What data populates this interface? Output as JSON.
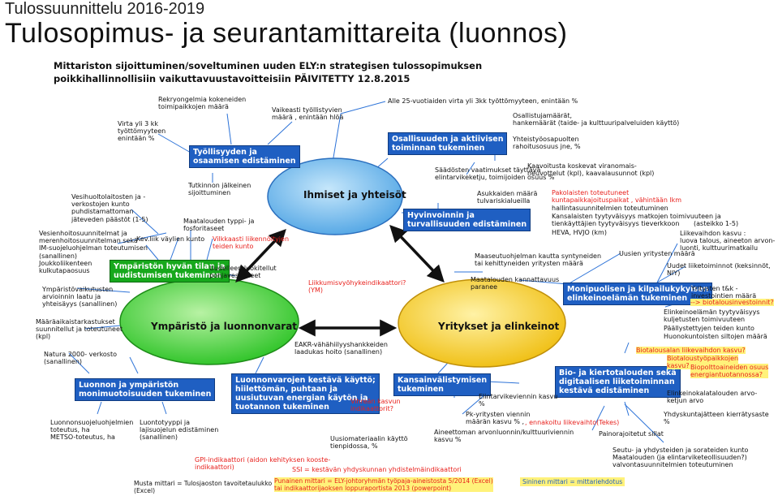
{
  "slide": {
    "title": "Tulossuunnittelu 2016-2019",
    "subtitle": "Tulosopimus- ja seurantamittareita (luonnos)"
  },
  "diagram_header": {
    "line1": "Mittariston sijoittuminen/soveltuminen uuden ELY:n strategisen tulossopimuksen",
    "line2": "poikkihallinnollisiin vaikuttavuustavoitteisiin PÄIVITETTY 12.8.2015"
  },
  "ellipses": {
    "people": "Ihmiset ja yhteisöt",
    "environment": "Ympäristö ja luonnonvarat",
    "business": "Yritykset ja elinkeinot"
  },
  "colors": {
    "people_ellipse": "#63b3ec",
    "environment_ellipse": "#3ed23a",
    "business_ellipse": "#f4c418",
    "box_blue": "#1f5fc2",
    "box_green": "#17a81c",
    "red_text": "#e8211d",
    "highlight_yellow": "#fff27a"
  },
  "boxes": {
    "tyollisyys": "Työllisyyden ja\nosaamisen edistäminen",
    "osallisuus": "Osallisuuden ja aktiivisen\ntoiminnan tukeminen",
    "hyvinvointi": "Hyvinvoinnin ja\nturvallisuuden edistäminen",
    "monipuoliset": "Monipuolisen ja kilpailukykyisen\nelinkeinoelämän tukeminen",
    "ymparisto_hyva": "Ympäristön hyvän tilan ja\nuudistumisen tukeminen",
    "luonnon_monimuotoisuus": "Luonnon ja ympäristön\nmonimuotoisuuden tukeminen",
    "luonnonvarat": "Luonnonvarojen kestävä käyttö;\nhiilettömän, puhtaan ja\nuusiutuvan energian käytön ja\ntuotannon tukeminen",
    "kansainvalistyminen": "Kansainvälistymisen\ntukeminen",
    "biotalous": "Bio- ja kiertotalouden sekä\ndigitaalisen liiketoiminnan\nkestävä edistäminen"
  },
  "labels": {
    "rekry": "Rekryongelmia kokeneiden\ntoimipaikkojen määrä",
    "vaikeasti": "Vaikeasti työllistyvien\nmäärä , enintään hlöä",
    "alle25": "Alle 25-vuotiaiden virta yli 3kk työttömyyteen, enintään %",
    "virta3kk": "Virta yli 3 kk\ntyöttömyyteen\nenintään %",
    "osallistujamaarat": "Osallistujamäärät,\nhankemäärät (taide- ja kulttuuripalveluiden käyttö)",
    "yhteistyo": "Yhteistyöosapuolten\nrahoitusosuus jne, %",
    "tutkinnon": "Tutkinnon jälkeinen\nsijoittuminen",
    "saadosten": "Säädösten vaatimukset täyttävä\nelintarvikeketju, toimijoiden osuus %",
    "kaavoitus": "Kaavoitusta koskevat viranomais-\nneuvottelut (kpl), kaavalausunnot (kpl)",
    "asukkaiden": "Asukkaiden määrä\ntulvariskialueilla",
    "hallintasuunnitelmien": "hallintasuunnitelmien toteutuminen",
    "kansalaisten": "Kansalaisten tyytyväisyys matkojen toimivuuteen ja\ntienkäyttäjien tyytyväisyys tieverkkoon",
    "asteikko": "(asteikko 1-5)",
    "heva": "HEVA, HVJO  (km)",
    "vesihuolto": "Vesihuoltolaitosten ja -\nverkostojen kunto\npuhdistamattoman\njäteveden päästöt (1-5)",
    "maatalouden_typpi": "Maatalouden typpi- ja\nfosforitaseet",
    "vesiensuojelu": "Vesienhoitosuunnitelmat ja\nmerenhoitosuunnitelman sekä\nIM-suojeluohjelman toteutumisen\n(sanallinen)",
    "kevliik": "Kev.liik väylien kunto",
    "joukkoliikenteen": "Joukkoliikenteen\nkulkutapaosuus",
    "uudelleen": "Uudelleen luokitellut\npohjavesialueet",
    "ymparistovaikutusten": "Ympäristövaikutusten\narvioinnin laatu ja\nyhteisäyys (sanallinen)",
    "maaraaikaistarkastukset": "Määräaikaistarkastukset\nsuunnitellut ja toteutuneet\n(kpl)",
    "natura": "Natura 2000- verkosto\n(sanallinen)",
    "eakr": "EAKR-vähähiilyyshankkeiden\nlaadukas hoito (sanallinen)",
    "luonnonsuojeluohjelmien": "Luonnonsuojeluohjelmien\ntoteutus, ha\nMETSO-toteutus, ha",
    "luontotyyppi": "Luontotyyppi ja\nlajisuojelun edistäminen\n(sanallinen)",
    "maaseutuohjelman": "Maaseutuohjelman kautta syntyneiden\ntai kehittyneiden yritysten määrä",
    "uusien_yritysten": "Uusien yritysten määrä",
    "uudet_liiketoiminnot": "Uudet liiketoiminnot (keksinnöt,\nNIY)",
    "liikevaihdon": "Liikevaihdon kasvu :\nluova talous, aineeton arvon-\nluonti, kulttuurimatkailu",
    "maatalouden_kannattavuus": "Maatalouden kannattavuus\nparanee",
    "yritysten_tk": "Yritysten t&k -\ninvestointien määrä",
    "elinkeinoelaman": "Elinkeinoelämän tyytyväisyys\nkuljetusten toimivuuteen",
    "paallystettyjen": "Päällystettyjen teiden kunto",
    "huonokuntoisten": "Huonokuntoisten siltojen määrä",
    "elintarvikeviennin": "Elintarvikeviennin kasvu\n%",
    "pk_yritysten": "Pk-yritysten viennin\nmäärän kasvu % ,",
    "aineettoman": "Aineettoman arvonluonnin/kulttuuriviennin\nkasvu %",
    "painorajoitetut": "Painorajoitetut sillat",
    "elinkeinokalatalouden": "Elinkeinokalatalouden arvo-\nketjun arvo",
    "yhdyskuntajatteen": "Yhdyskuntajätteen kierrätysaste\n%",
    "uusiomateriaalin": "Uusiomateriaalin käyttö\ntienpidossa, %",
    "seutu": "Seutu- ja yhdysteiden ja sorateiden kunto\nMaatalouden (ja elintarviketeollisuuden?)\nvalvontasuunnitelmien toteutuminen"
  },
  "red_labels": {
    "vilkkaasti": "Vilkkaasti liikennöityjen\nteiden kunto",
    "liikkumisvyohyke": "Liikkumisvyöhykeindikaattori?\n(YM)",
    "pakolaisten": "Pakolaisten toteutuneet\nkuntapaikkajoituspaikat , vähintään lkm",
    "biotalousinvestoinnit": "--> biotalousinvestoinnit?",
    "biotalousalan": "Biotalousalan liikevaihdon kasvu?",
    "biotalousyopaikkojen": "Biotaloustyöpaikkojen\nkasvu?",
    "biopolttoaineiden": "Biopolttoaineiden osuus\nenergiantuotannossa?",
    "vihrean": "Vihreän kasvun\nindikaattorit?",
    "liikevaihto": ", ennakoitu liikevaihto(Tekes)",
    "gpi": "GPI-indikaattori (aidon kehityksen kooste-\nindikaattori)",
    "ssi": "SSI = kestävän yhdyskunnan yhdistelmäindikaattori"
  },
  "legend": {
    "black": "Musta mittari = Tulosjaoston tavoitetaulukko\n(Excel)",
    "red": "Punainen mittari = ELY-johtoryhmän työpaja-aineistosta 5/2014 (Excel)\ntai indikaattorijaoksen loppuraportista 2013 (powerpoint)",
    "blue": "Sininen mittari = mittariehdotus"
  }
}
